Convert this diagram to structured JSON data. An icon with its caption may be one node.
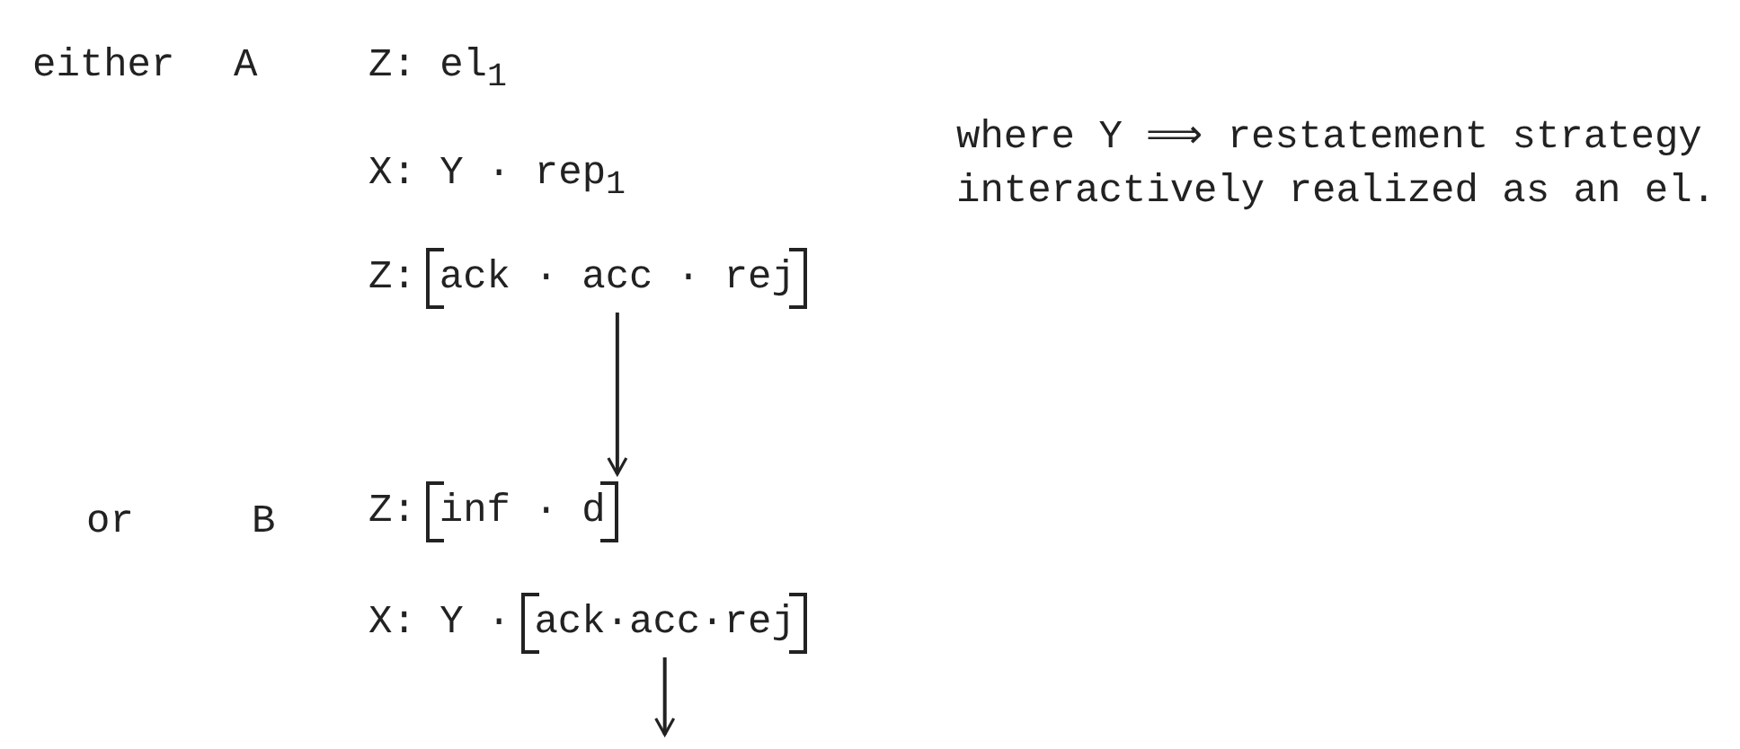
{
  "diagram": {
    "nodes": [
      {
        "text": [
          "Z:",
          "ack · acc · rej"
        ]
      },
      {
        "text": [
          "Z:",
          "inf · d"
        ]
      },
      {
        "text": [
          "X: Y ·",
          "ack·acc·rej"
        ]
      }
    ],
    "edges": [
      {
        "from": 0,
        "to": 1,
        "arrow": "to"
      },
      {
        "from": 2,
        "to": null,
        "arrow": "to"
      }
    ],
    "labels": [
      "either",
      "A",
      "Z: el$_{1}$",
      "X: Y · rep$_{1}$",
      "where Y ⟹ restatement strategy interactively realized as an el.",
      "or",
      "B"
    ]
  }
}
